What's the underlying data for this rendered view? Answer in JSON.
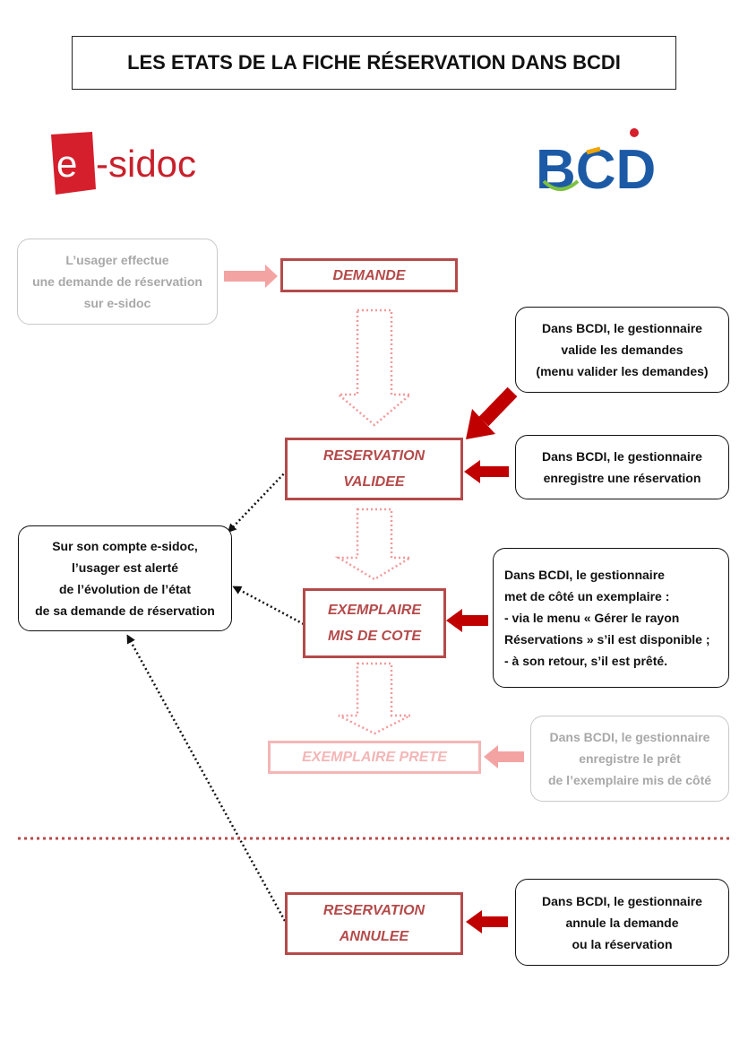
{
  "title": "LES ETATS DE LA FICHE RÉSERVATION DANS BCDI",
  "logos": {
    "esidoc": {
      "e": "e",
      "rest": "-sidoc"
    },
    "bcdi": {
      "text": "BCDI"
    }
  },
  "colors": {
    "accent": "#b54a4a",
    "faded_accent": "#f4b6b6",
    "dark_red": "#c00000",
    "logo_red": "#d61f2c"
  },
  "states": {
    "demande": [
      "DEMANDE"
    ],
    "validee": [
      "RESERVATION",
      "VALIDEE"
    ],
    "mis_de_cote": [
      "EXEMPLAIRE",
      "MIS DE COTE"
    ],
    "prete": [
      "EXEMPLAIRE PRETE"
    ],
    "annulee": [
      "RESERVATION",
      "ANNULEE"
    ]
  },
  "notes": {
    "usager_demande": [
      "L’usager effectue",
      "une demande de réservation",
      "sur e-sidoc"
    ],
    "valide_demandes": [
      "Dans BCDI, le gestionnaire",
      "valide les demandes",
      "(menu valider les demandes)"
    ],
    "enregistre_reservation": [
      "Dans BCDI, le gestionnaire",
      "enregistre une réservation"
    ],
    "alerte_usager": [
      "Sur son compte e-sidoc,",
      "l’usager est alerté",
      "de l’évolution de l’état",
      "de sa demande de réservation"
    ],
    "met_de_cote": [
      "Dans BCDI, le gestionnaire",
      "met de côté un exemplaire :",
      "- via le menu « Gérer le rayon",
      "Réservations » s’il est disponible ;",
      "- à son retour, s’il est prêté."
    ],
    "enregistre_pret": [
      "Dans BCDI, le gestionnaire",
      "enregistre le prêt",
      "de l’exemplaire mis de côté"
    ],
    "annule": [
      "Dans BCDI, le gestionnaire",
      "annule la demande",
      "ou la réservation"
    ]
  }
}
